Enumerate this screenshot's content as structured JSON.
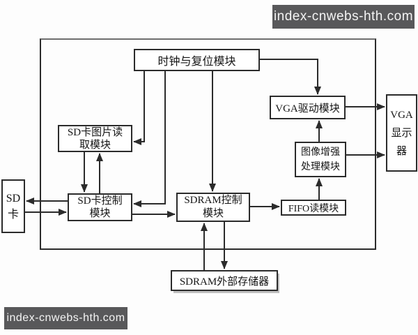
{
  "watermarks": {
    "top": "index-cnwebs-hth.com",
    "bottom": "index-cnwebs-hth.com"
  },
  "colors": {
    "line": "#2b2b2b",
    "box_bg": "#ffffff",
    "watermark_bg": "#58585a",
    "watermark_text": "#f4f4f4"
  },
  "blocks": {
    "clock": {
      "lines": [
        "时钟与复位模块"
      ]
    },
    "sd_read": {
      "lines": [
        "SD卡图片读",
        "取模块"
      ]
    },
    "sd_card": {
      "lines": [
        "SD",
        "卡"
      ]
    },
    "sd_ctrl": {
      "lines": [
        "SD卡控制",
        "模块"
      ]
    },
    "sdram_ctrl": {
      "lines": [
        "SDRAM控制",
        "模块"
      ]
    },
    "fifo": {
      "lines": [
        "FIFO读模块"
      ]
    },
    "enhance": {
      "lines": [
        "图像增强",
        "处理模块"
      ]
    },
    "vga_drv": {
      "lines": [
        "VGA驱动模块"
      ]
    },
    "vga_disp": {
      "lines": [
        "VGA",
        "显示",
        "器"
      ]
    },
    "sdram_mem": {
      "lines": [
        "SDRAM外部存储器"
      ]
    }
  }
}
